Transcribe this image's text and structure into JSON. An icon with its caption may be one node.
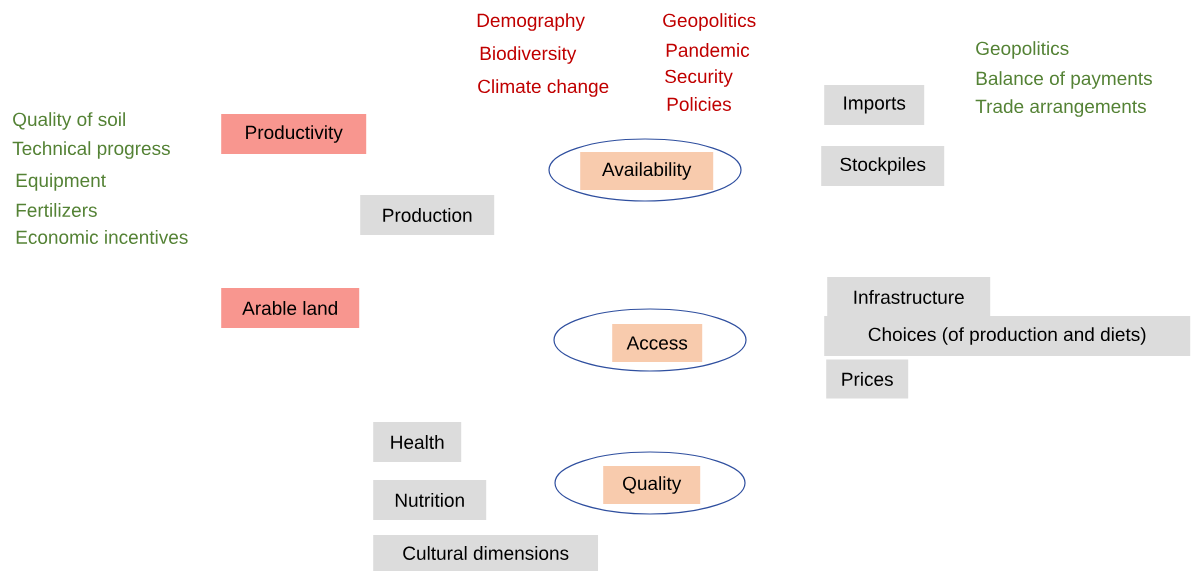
{
  "diagram": {
    "nodes": [
      {
        "text": [
          "Productivity"
        ]
      },
      {
        "text": [
          "Production"
        ]
      },
      {
        "text": [
          "Arable land"
        ]
      },
      {
        "text": [],
        "shape": "ellipse"
      },
      {
        "text": [
          "Availability"
        ],
        "in": 3
      },
      {
        "text": [],
        "shape": "ellipse"
      },
      {
        "text": [
          "Access"
        ],
        "in": 5
      },
      {
        "text": [],
        "shape": "ellipse"
      },
      {
        "text": [
          "Quality"
        ],
        "in": 7
      },
      {
        "text": [
          "Imports"
        ]
      },
      {
        "text": [
          "Stockpiles"
        ]
      },
      {
        "text": [
          "Infrastructure"
        ]
      },
      {
        "text": [
          "Choices (of production and diets)"
        ]
      },
      {
        "text": [
          "Prices"
        ]
      },
      {
        "text": [
          "Health"
        ]
      },
      {
        "text": [
          "Nutrition"
        ]
      },
      {
        "text": [
          "Cultural dimensions"
        ]
      }
    ],
    "labels": [
      "Demography",
      "Biodiversity",
      "Climate change",
      "Geopolitics",
      "Pandemic",
      "Security",
      "Policies",
      "Geopolitics",
      "Balance of payments",
      "Trade arrangements",
      "Quality of soil",
      "Technical progress",
      "Equipment",
      "Fertilizers",
      "Economic incentives"
    ]
  }
}
